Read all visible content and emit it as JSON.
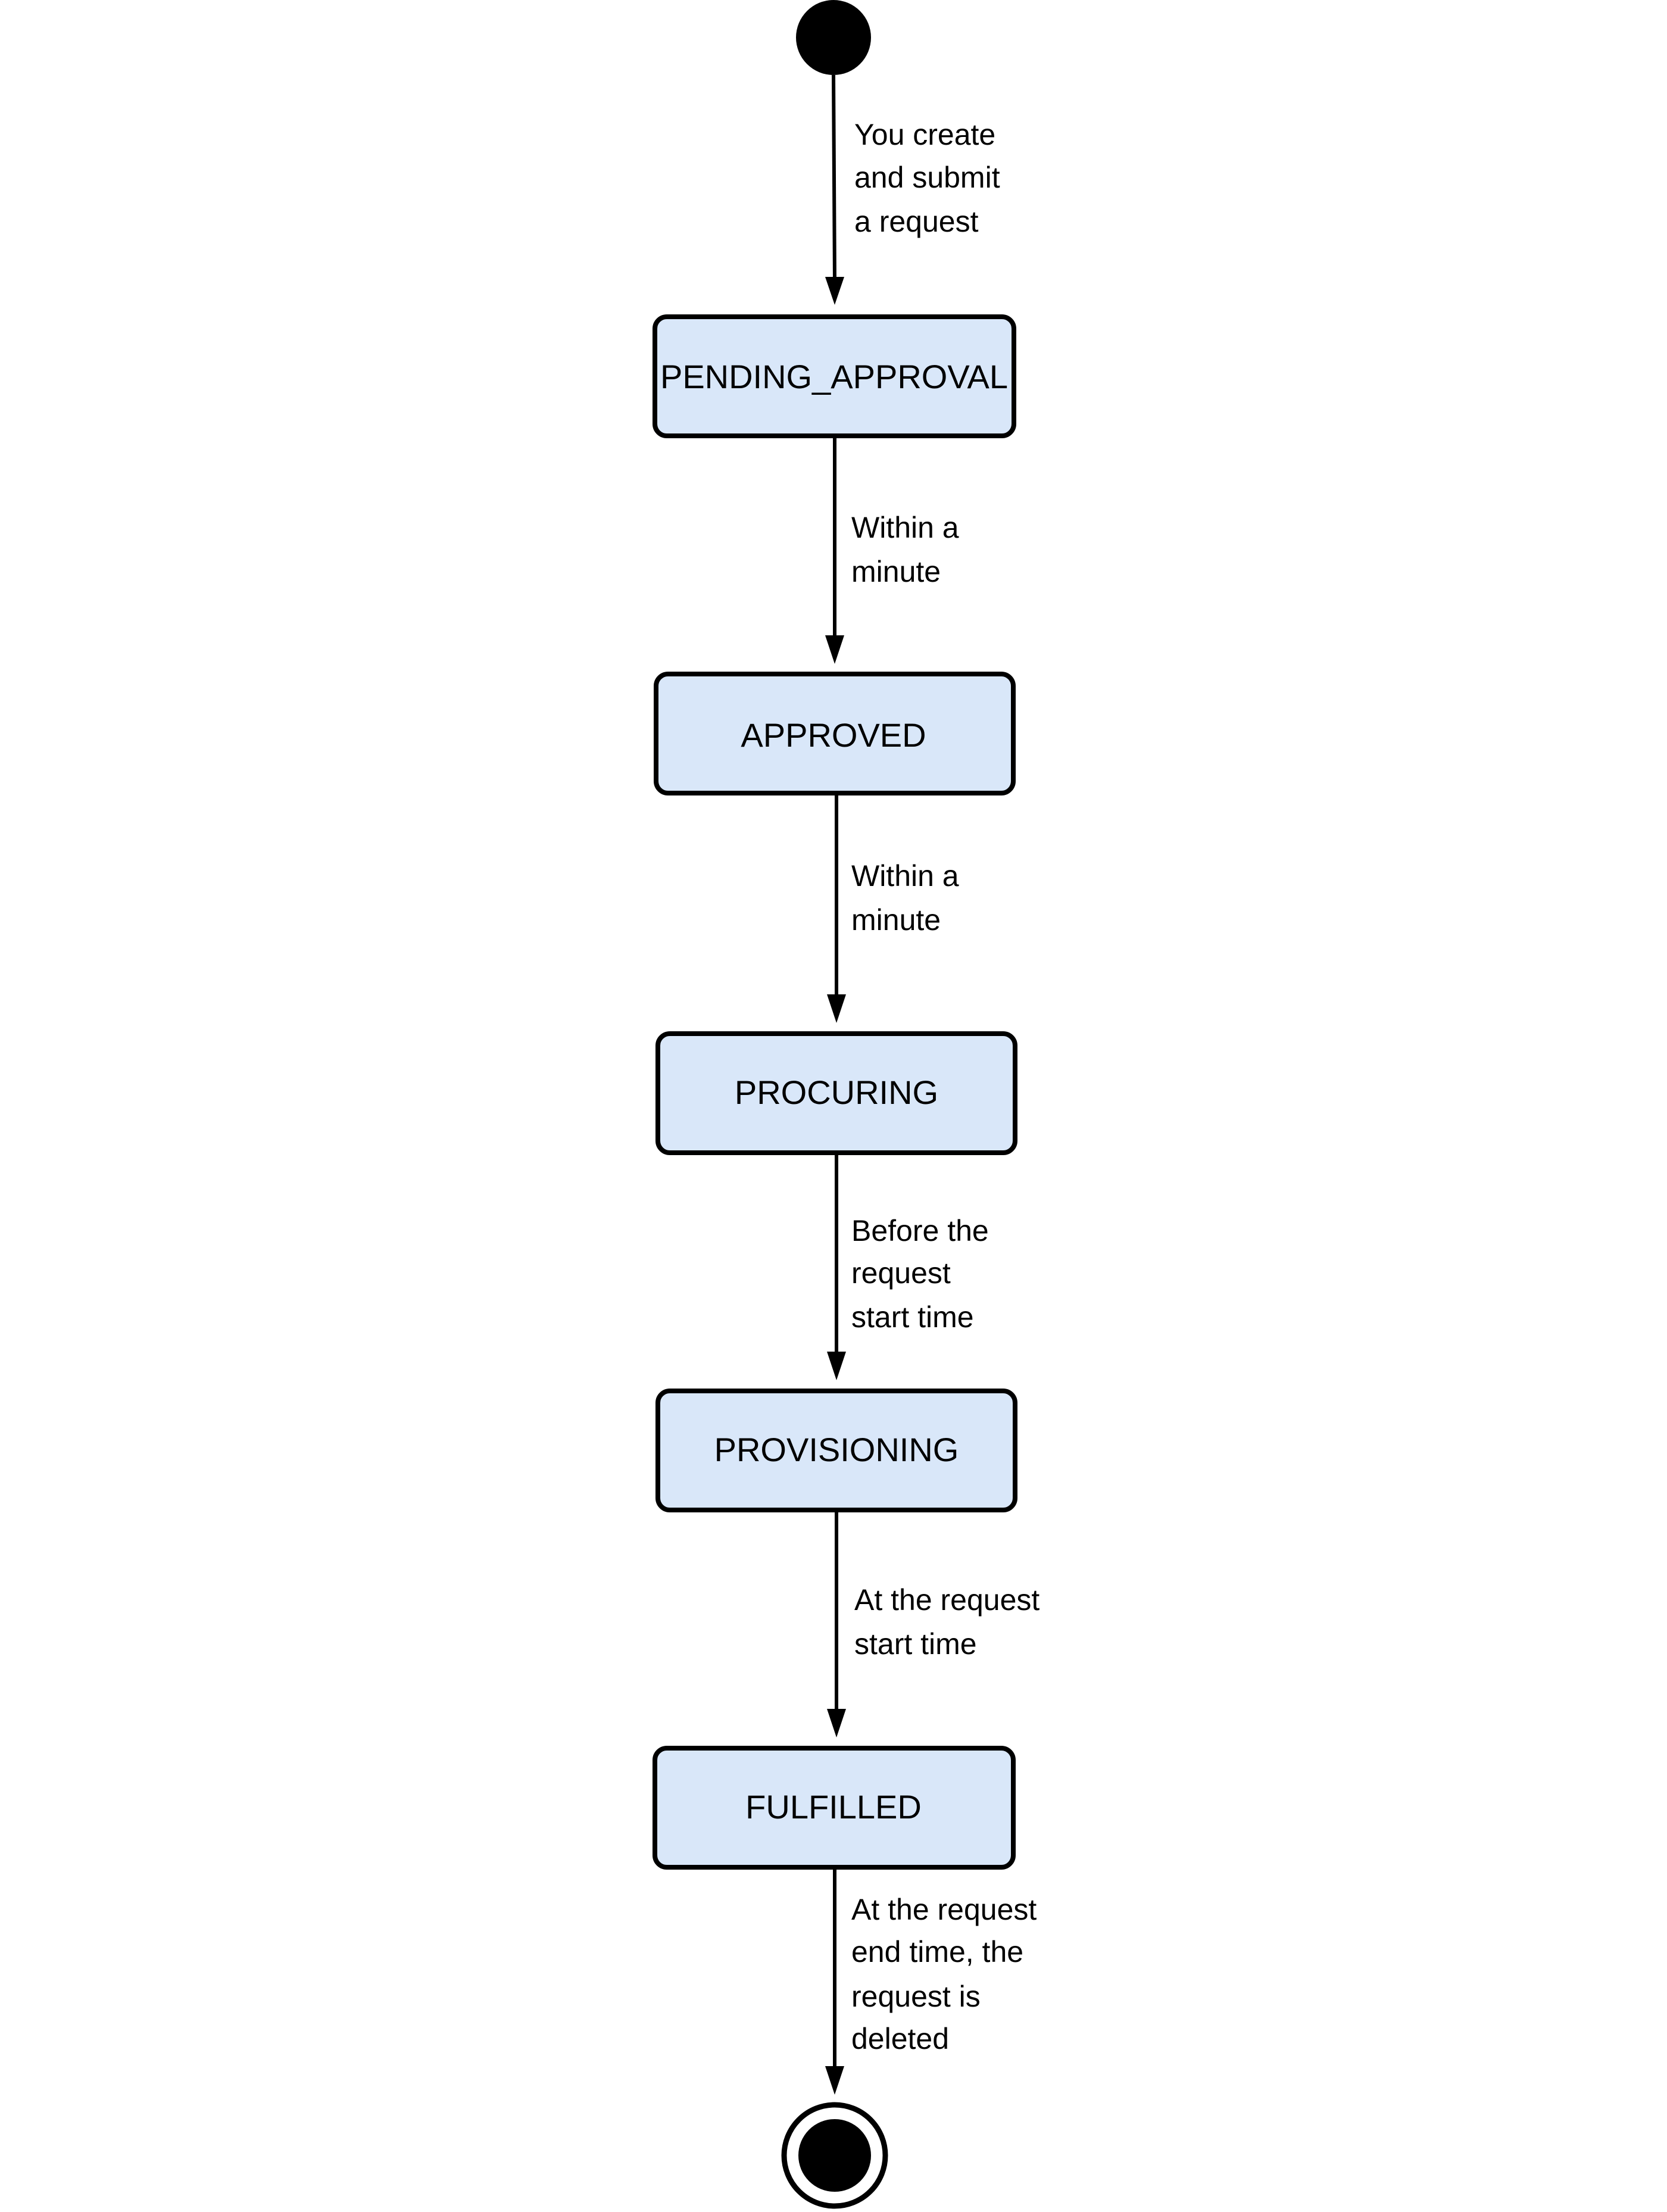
{
  "states": [
    {
      "id": "pending_approval",
      "label": "PENDING_APPROVAL"
    },
    {
      "id": "approved",
      "label": "APPROVED"
    },
    {
      "id": "procuring",
      "label": "PROCURING"
    },
    {
      "id": "provisioning",
      "label": "PROVISIONING"
    },
    {
      "id": "fulfilled",
      "label": "FULFILLED"
    }
  ],
  "transitions": [
    {
      "from": "start",
      "to": "pending_approval",
      "lines": [
        "You create",
        "and submit",
        "a request"
      ]
    },
    {
      "from": "pending_approval",
      "to": "approved",
      "lines": [
        "Within a",
        "minute"
      ]
    },
    {
      "from": "approved",
      "to": "procuring",
      "lines": [
        "Within a",
        "minute"
      ]
    },
    {
      "from": "procuring",
      "to": "provisioning",
      "lines": [
        "Before the",
        "request",
        "start time"
      ]
    },
    {
      "from": "provisioning",
      "to": "fulfilled",
      "lines": [
        "At the request",
        "start time"
      ]
    },
    {
      "from": "fulfilled",
      "to": "end",
      "lines": [
        "At the request",
        "end time, the",
        "request is",
        "deleted"
      ]
    }
  ],
  "colors": {
    "state_fill": "#d9e7f9",
    "stroke": "#000000"
  }
}
